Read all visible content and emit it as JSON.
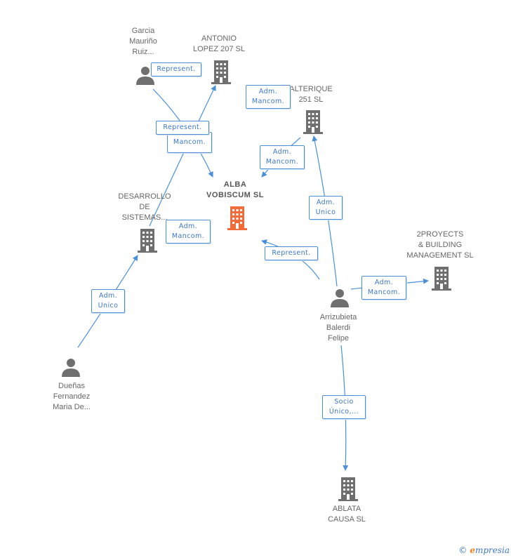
{
  "colors": {
    "edge": "#4a90d9",
    "person": "#6f6f6f",
    "company": "#6f6f6f",
    "main_company": "#f26b3a",
    "brand_e": "#f07f1f"
  },
  "nodes": {
    "garcia": {
      "label": "Garcia\nMauriño\nRuiz...",
      "icon": "person-icon"
    },
    "antonio": {
      "label": "ANTONIO\nLOPEZ 207 SL",
      "icon": "building-icon"
    },
    "alterique": {
      "label": "ALTERIQUE\n251 SL",
      "icon": "building-icon"
    },
    "alba": {
      "label": "ALBA\nVOBISCUM SL",
      "icon": "building-icon"
    },
    "desarrollo": {
      "label": "DESARROLLO\nDE\nSISTEMAS...",
      "icon": "building-icon"
    },
    "proyects": {
      "label": "2PROYECTS\n& BUILDING\nMANAGEMENT SL",
      "icon": "building-icon"
    },
    "arrizubieta": {
      "label": "Arrizubieta\nBalerdi\nFelipe",
      "icon": "person-icon"
    },
    "duenas": {
      "label": "Dueñas\nFernandez\nMaria De...",
      "icon": "person-icon"
    },
    "ablata": {
      "label": "ABLATA\nCAUSA SL",
      "icon": "building-icon"
    }
  },
  "edges": {
    "e1": "Represent.",
    "e2": "Adm.\nMancom.",
    "e3": "Represent.",
    "e4": "Mancom.",
    "e5": "Adm.\nMancom.",
    "e6": "Adm.\nUnico",
    "e7": "Adm.\nMancom.",
    "e8": "Represent.",
    "e9": "Adm.\nMancom.",
    "e10": "Adm.\nUnico",
    "e11": "Socio\nÚnico,..."
  },
  "footer": {
    "copyright": "©",
    "brand_e": "e",
    "brand_rest": "mpresia"
  }
}
